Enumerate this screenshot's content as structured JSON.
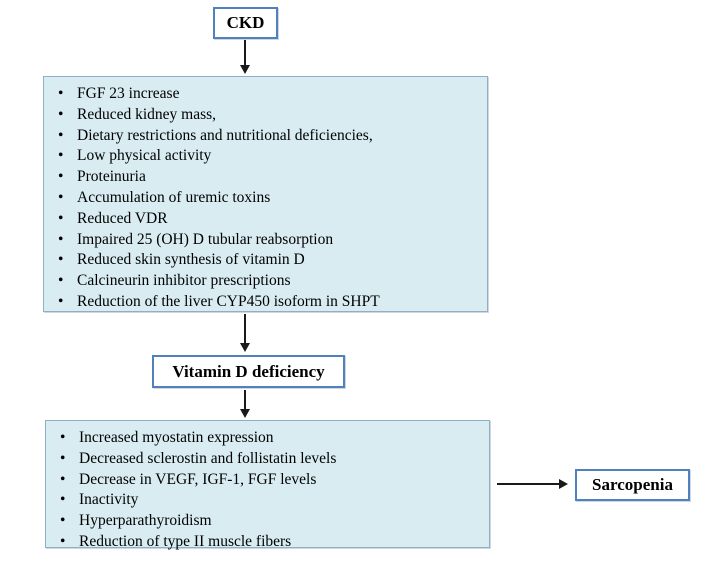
{
  "colors": {
    "background": "#ffffff",
    "list_box_fill": "#d8ecf2",
    "list_box_border": "#8fafc4",
    "label_box_border": "#4f81bd",
    "text": "#000000",
    "arrow": "#1a1a1a"
  },
  "nodes": {
    "ckd": {
      "label": "CKD"
    },
    "causes": {
      "items": [
        "FGF 23 increase",
        "Reduced kidney mass,",
        "Dietary restrictions and nutritional deficiencies,",
        "Low physical activity",
        "Proteinuria",
        "Accumulation of uremic toxins",
        "Reduced VDR",
        "Impaired 25 (OH) D tubular reabsorption",
        "Reduced skin synthesis of vitamin D",
        "Calcineurin inhibitor prescriptions",
        "Reduction of the liver CYP450 isoform in SHPT"
      ]
    },
    "vitamin_d": {
      "label": "Vitamin D deficiency"
    },
    "effects": {
      "items": [
        "Increased myostatin expression",
        "Decreased sclerostin and follistatin levels",
        "Decrease in VEGF, IGF-1, FGF levels",
        "Inactivity",
        "Hyperparathyroidism",
        "Reduction of type II muscle fibers"
      ]
    },
    "sarcopenia": {
      "label": "Sarcopenia"
    }
  }
}
